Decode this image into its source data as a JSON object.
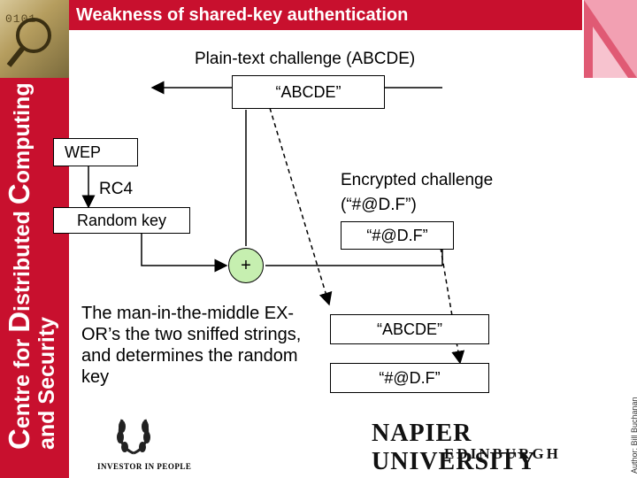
{
  "header": {
    "title": "Weakness of shared-key authentication"
  },
  "logo": {
    "digits": "0101"
  },
  "sidebar": {
    "line1_initial": "C",
    "line1_rest": "entre for ",
    "line1_initial2": "D",
    "line1_rest2": "istributed ",
    "line1_initial3": "C",
    "line1_rest3": "omputing",
    "line2": "and Security"
  },
  "diagram": {
    "challenge_caption": "Plain-text challenge (ABCDE)",
    "challenge_box": "“ABCDE”",
    "wep_box": "WEP",
    "rc4_label": "RC4",
    "random_key_box": "Random key",
    "encrypted_caption_line1": "Encrypted challenge",
    "encrypted_caption_line2": "(“#@D.F”)",
    "encrypted_box": "“#@D.F”",
    "xor_symbol": "+",
    "sniff_box1": "“ABCDE”",
    "sniff_box2": "“#@D.F”",
    "explanation": "The man-in-the-middle EX-OR’s the two sniffed strings, and determines the random key"
  },
  "footer": {
    "university": "NAPIER UNIVERSITY",
    "city": "EDINBURGH",
    "investor": "INVESTOR IN PEOPLE",
    "author": "Author: Bill Buchanan"
  },
  "colors": {
    "brand_red": "#c8102e",
    "xor_fill": "#c6efb0",
    "corner_pink": "#e05a74"
  },
  "icons": [
    "magnifier-icon",
    "laurel-wreath-icon"
  ]
}
